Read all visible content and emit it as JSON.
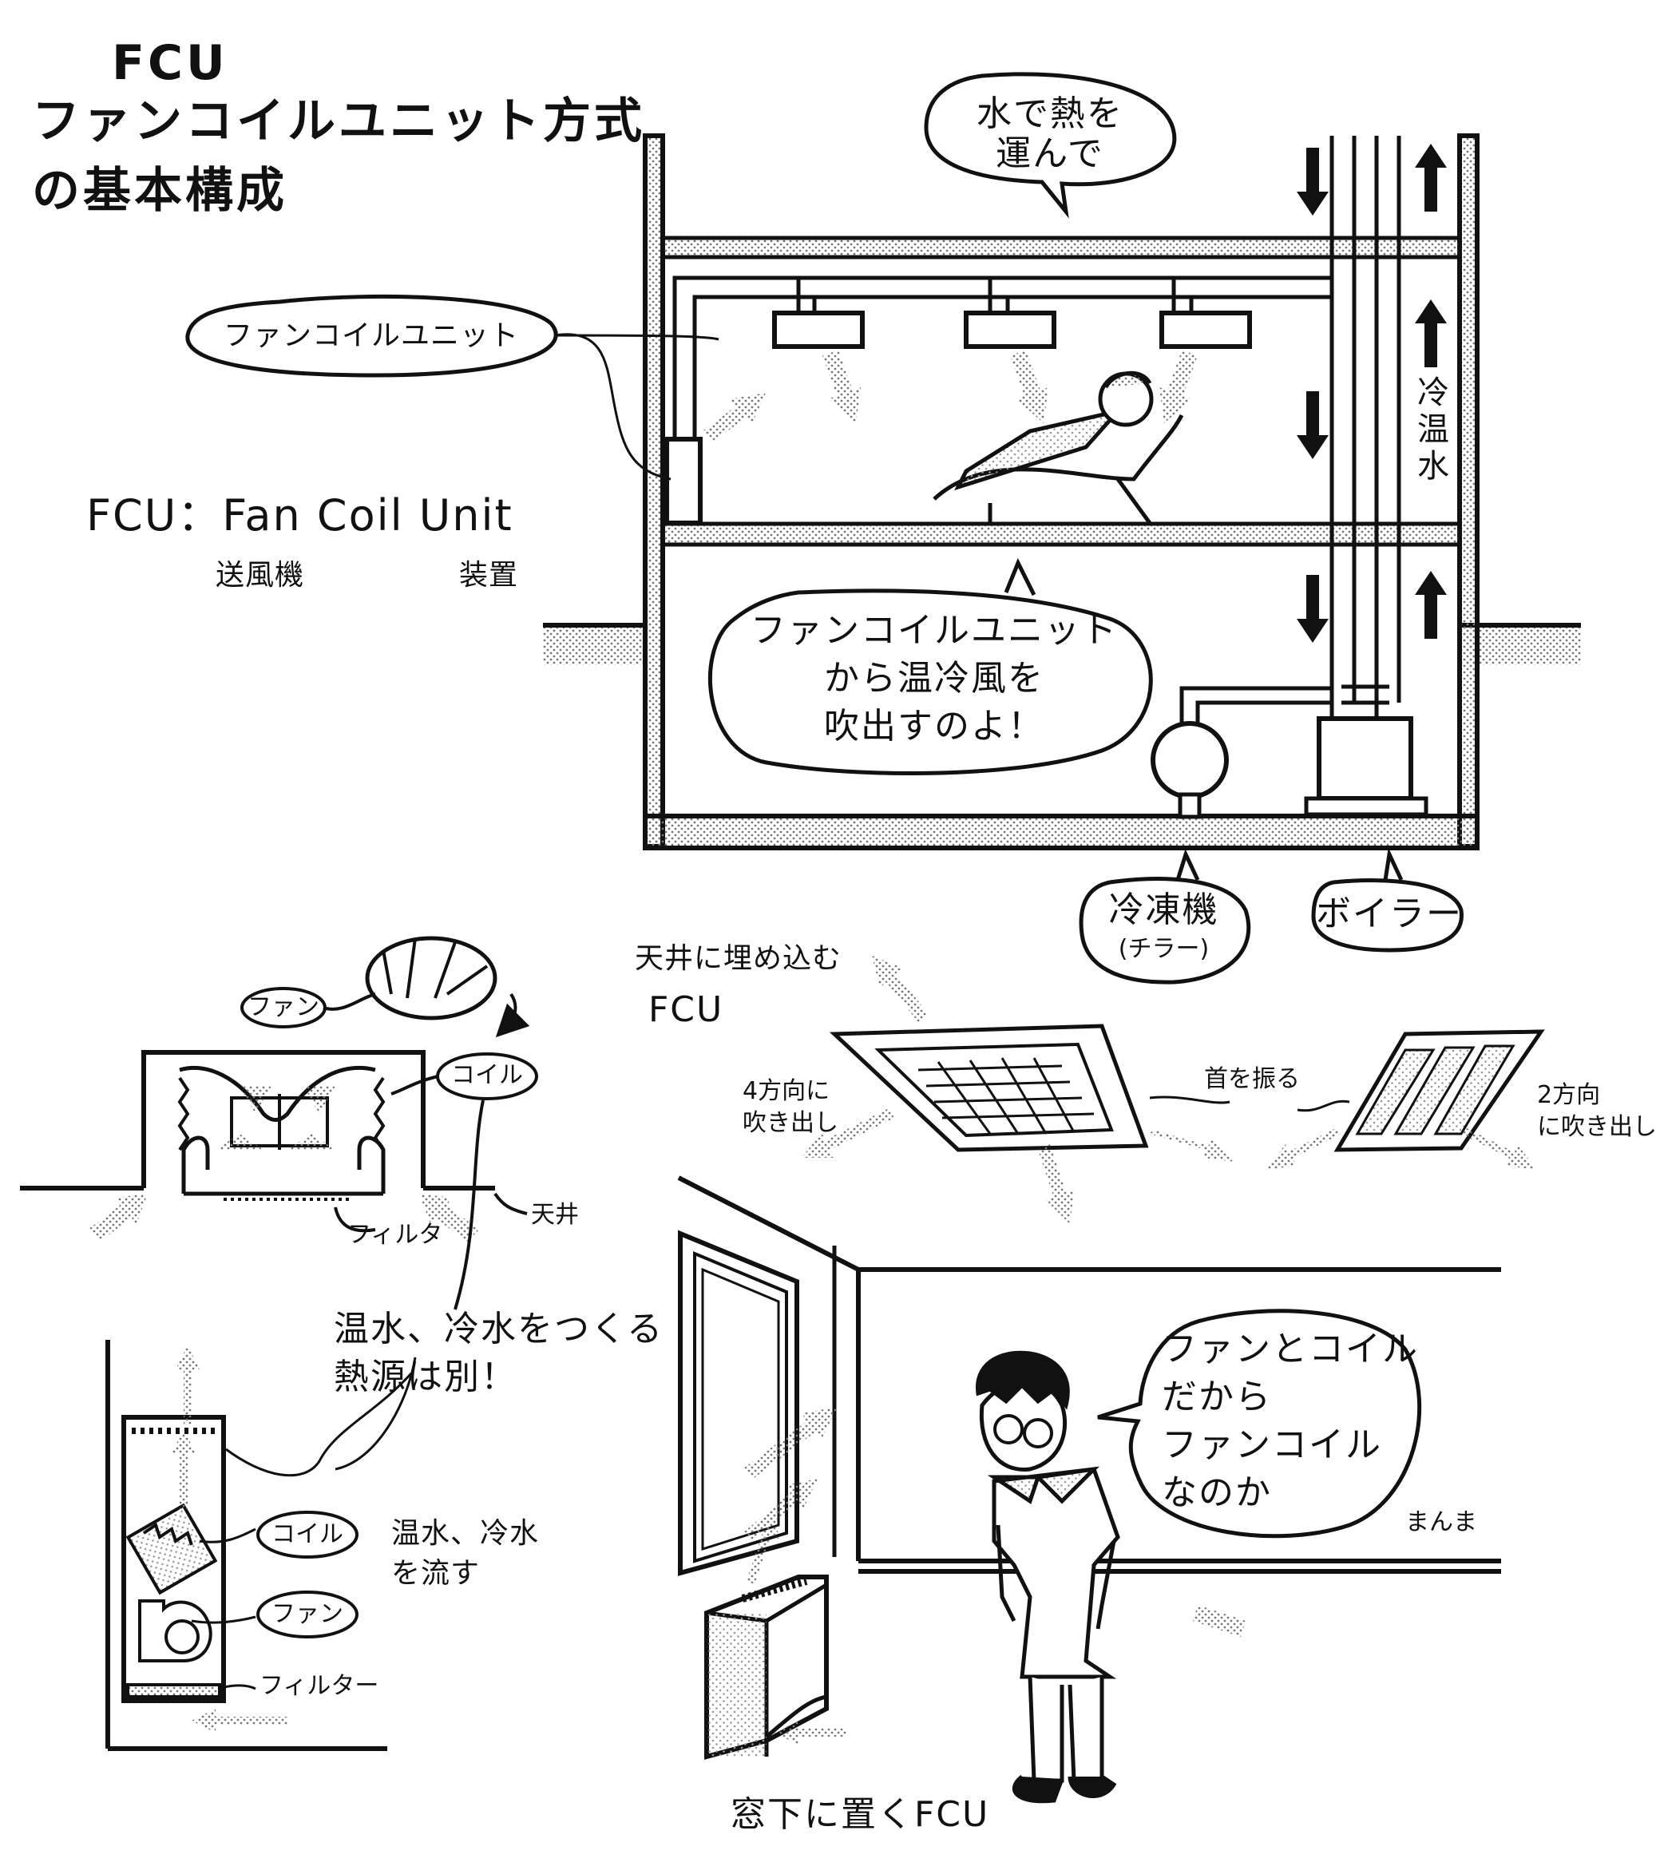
{
  "title": {
    "line1": "FCU",
    "line2": "ファンコイルユニット方式",
    "line3": "の基本構成"
  },
  "abbrev": {
    "main": "FCU：Fan Coil Unit",
    "fan_gloss": "送風機",
    "unit_gloss": "装置"
  },
  "building": {
    "bubble_water": [
      "水で熱を",
      "運んで"
    ],
    "label_fcu": "ファンコイルユニット",
    "label_coldhot_water": "冷温水",
    "bubble_blow": [
      "ファンコイルユニット",
      "から温冷風を",
      "吹出すのよ！"
    ],
    "label_chiller": "冷凍機",
    "label_chiller_sub": "(チラー)",
    "label_boiler": "ボイラー"
  },
  "ceiling_unit": {
    "label_fan": "ファン",
    "label_coil": "コイル",
    "label_filter": "フィルタ",
    "label_ceiling": "天井"
  },
  "heat_source_note": [
    "温水、冷水をつくる",
    "熱源は別！"
  ],
  "floor_unit": {
    "label_coil": "コイル",
    "label_fan": "ファン",
    "label_filter": "フィルター",
    "note": [
      "温水、冷水",
      "を流す"
    ]
  },
  "embedded": {
    "heading1": "天井に埋め込む",
    "heading2": "FCU",
    "four_way": [
      "4方向に",
      "吹き出し"
    ],
    "swing": "首を振る",
    "two_way": [
      "2方向",
      "に吹き出し"
    ]
  },
  "room": {
    "bubble": [
      "ファンとコイル",
      "だから",
      "ファンコイル",
      "なのか"
    ],
    "aside": "まんま",
    "caption": "窓下に置くFCU"
  }
}
